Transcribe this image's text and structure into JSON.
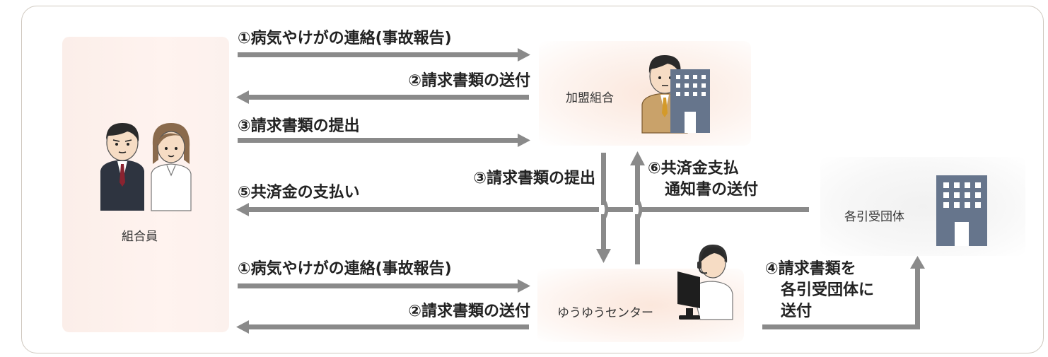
{
  "nodes": {
    "member": "組合員",
    "union": "加盟組合",
    "center": "ゆうゆうセンター",
    "org": "各引受団体"
  },
  "flows": {
    "top_report": "①病気やけがの連絡(事故報告)",
    "top_send_docs": "②請求書類の送付",
    "top_submit": "③請求書類の提出",
    "mid_submit": "③請求書類の提出",
    "pay": "⑤共済金の支払い",
    "notice_line1": "⑥共済金支払",
    "notice_line2": "通知書の送付",
    "bottom_report": "①病気やけがの連絡(事故報告)",
    "bottom_send_docs": "②請求書類の送付",
    "forward_line1": "④請求書類を",
    "forward_line2": "各引受団体に",
    "forward_line3": "送付"
  },
  "colors": {
    "arrow": "#8a8a8a",
    "building": "#66758c",
    "suit_dark": "#2e3440",
    "tie": "#8a2330"
  },
  "icons": [
    "man-icon",
    "woman-icon",
    "union-staff-icon",
    "building-icon",
    "operator-icon",
    "building-icon"
  ]
}
